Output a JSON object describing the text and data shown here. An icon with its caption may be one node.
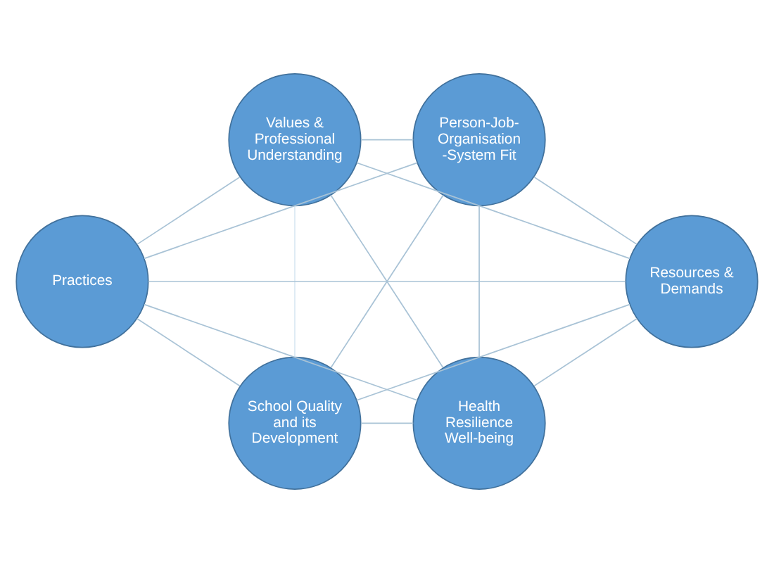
{
  "diagram": {
    "nodes": [
      {
        "text": [
          "Values & Professional Understanding"
        ]
      },
      {
        "text": [
          "Person-Job- Organisation -System Fit"
        ]
      },
      {
        "text": [
          "Practices"
        ]
      },
      {
        "text": [
          "Resources & Demands"
        ]
      },
      {
        "text": [
          "School Quality and its Development"
        ]
      },
      {
        "text": [
          "Health Resilience Well-being"
        ]
      }
    ],
    "edges": [
      {
        "from": 0,
        "to": 1,
        "arrow": "none"
      },
      {
        "from": 0,
        "to": 2,
        "arrow": "none"
      },
      {
        "from": 0,
        "to": 4,
        "arrow": "none",
        "color": "#dceaf3"
      },
      {
        "from": 0,
        "to": 5,
        "arrow": "none"
      },
      {
        "from": 0,
        "to": 3,
        "arrow": "none"
      },
      {
        "from": 1,
        "to": 2,
        "arrow": "none"
      },
      {
        "from": 1,
        "to": 4,
        "arrow": "none"
      },
      {
        "from": 1,
        "to": 5,
        "arrow": "none"
      },
      {
        "from": 1,
        "to": 3,
        "arrow": "none"
      },
      {
        "from": 2,
        "to": 3,
        "arrow": "none"
      },
      {
        "from": 2,
        "to": 4,
        "arrow": "none"
      },
      {
        "from": 2,
        "to": 5,
        "arrow": "none"
      },
      {
        "from": 3,
        "to": 4,
        "arrow": "none"
      },
      {
        "from": 3,
        "to": 5,
        "arrow": "none"
      },
      {
        "from": 4,
        "to": 5,
        "arrow": "none"
      }
    ]
  }
}
